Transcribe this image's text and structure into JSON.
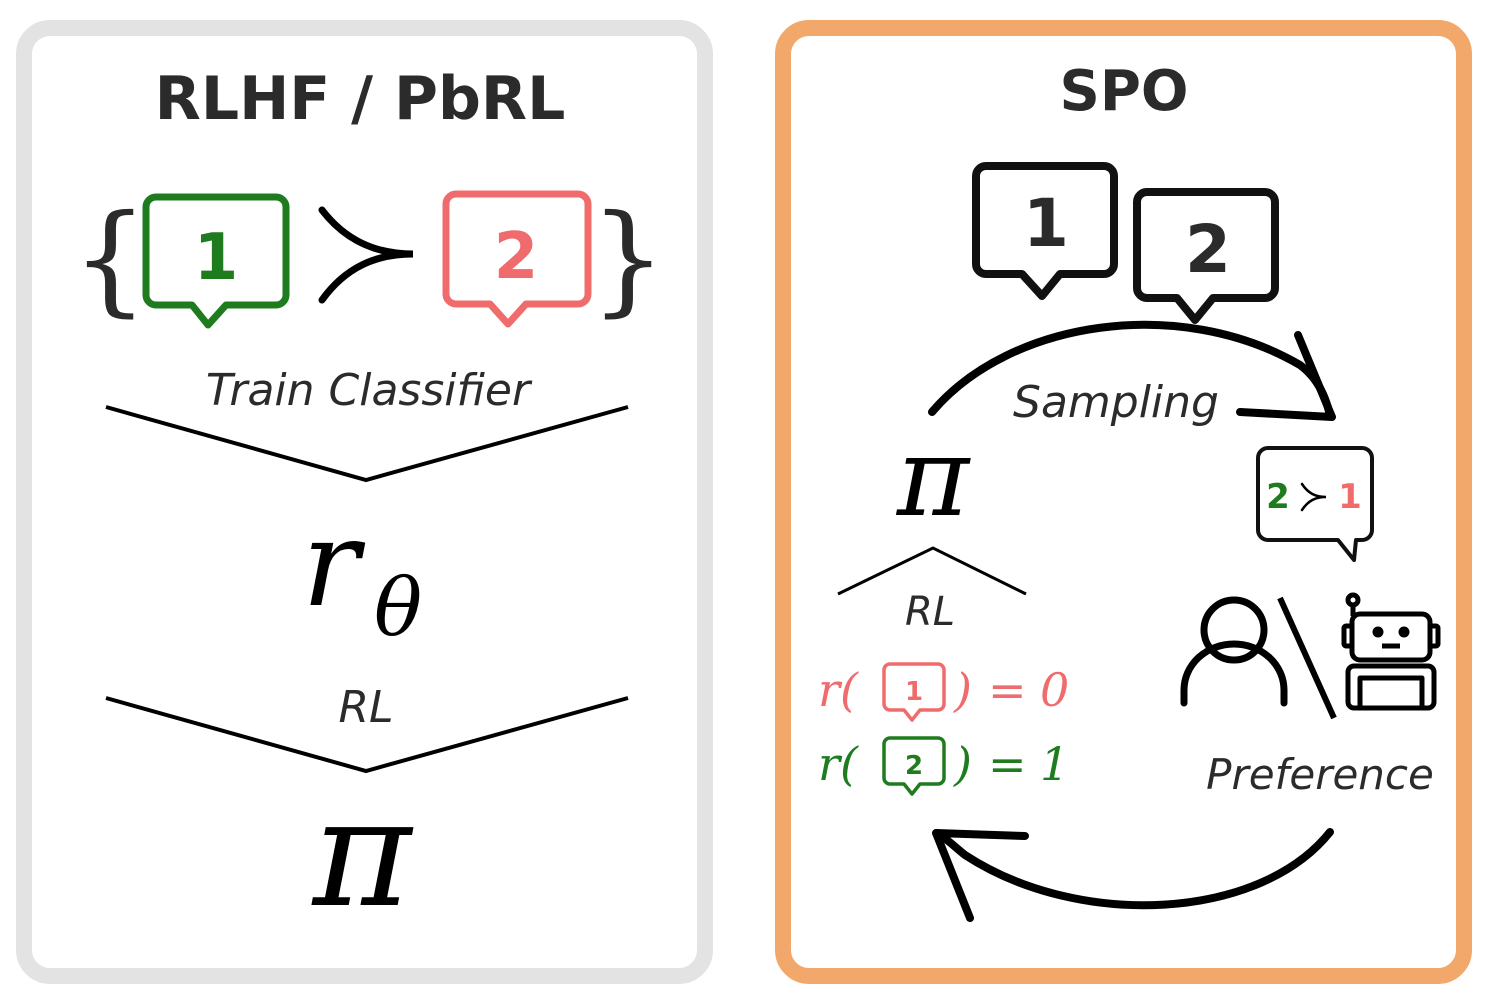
{
  "colors": {
    "left_border": "#e3e3e3",
    "right_border": "#f2a86a",
    "ink": "#2b2b2b",
    "black": "#000000",
    "green": "#1e7c1e",
    "red": "#f06c6c"
  },
  "left_panel": {
    "title": "RLHF / PbRL",
    "open_brace": "{",
    "close_brace": "}",
    "bubble_1": "1",
    "bubble_2": "2",
    "step_1_label": "Train Classifier",
    "reward_symbol": "r",
    "reward_subscript": "θ",
    "step_2_label": "RL",
    "policy_symbol": "π"
  },
  "right_panel": {
    "title": "SPO",
    "bubble_1": "1",
    "bubble_2": "2",
    "sampling_label": "Sampling",
    "policy_symbol": "π",
    "rl_label": "RL",
    "pref_bubble_left": "2",
    "pref_bubble_right": "1",
    "preference_label": "Preference",
    "human_icon": "person-icon",
    "robot_icon": "robot-icon",
    "reward_rows": [
      {
        "prefix": "r(",
        "bubble": "1",
        "suffix": ")",
        "equals": "=",
        "value": "0",
        "color": "red"
      },
      {
        "prefix": "r(",
        "bubble": "2",
        "suffix": ")",
        "equals": "=",
        "value": "1",
        "color": "green"
      }
    ]
  }
}
